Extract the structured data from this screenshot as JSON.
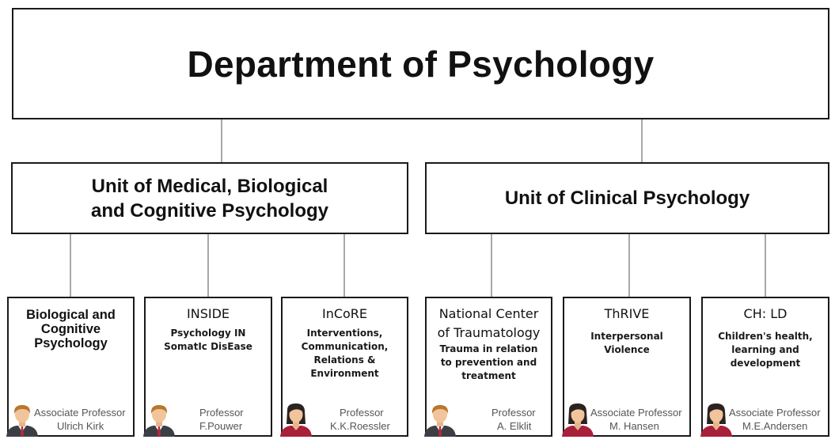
{
  "department": {
    "title": "Department of Psychology"
  },
  "units": [
    {
      "title_line1": "Unit of Medical, Biological",
      "title_line2": "and Cognitive Psychology"
    },
    {
      "title": "Unit of Clinical Psychology"
    }
  ],
  "groups": [
    {
      "title": "Biological and Cognitive Psychology",
      "subtitle": "",
      "role": "Associate Professor",
      "name": "Ulrich Kirk",
      "avatar": "male-person-icon"
    },
    {
      "title": "INSIDE",
      "subtitle": "Psychology IN SomatIc DisEase",
      "role": "Professor",
      "name": "F.Pouwer",
      "avatar": "male-person-icon"
    },
    {
      "title": "InCoRE",
      "subtitle": "Interventions, Communication, Relations & Environment",
      "role": "Professor",
      "name": "K.K.Roessler",
      "avatar": "female-person-icon"
    },
    {
      "title": "National Center of Traumatology",
      "subtitle": "Trauma in relation to prevention and treatment",
      "role": "Professor",
      "name": "A. Elklit",
      "avatar": "male-person-icon"
    },
    {
      "title": "ThRIVE",
      "subtitle": "Interpersonal Violence",
      "role": "Associate Professor",
      "name": "M. Hansen",
      "avatar": "female-person-icon"
    },
    {
      "title": "CH: LD",
      "subtitle": "Children's health, learning and development",
      "role": "Associate Professor",
      "name": "M.E.Andersen",
      "avatar": "female-person-icon"
    }
  ],
  "colors": {
    "border": "#1a1a1a",
    "connector": "#a8a8a8",
    "suit": "#3b3f45",
    "tie": "#c0243a",
    "female_top": "#a8203a",
    "skin": "#f2c49b",
    "male_hair": "#b9772d",
    "female_hair": "#2a2322"
  }
}
